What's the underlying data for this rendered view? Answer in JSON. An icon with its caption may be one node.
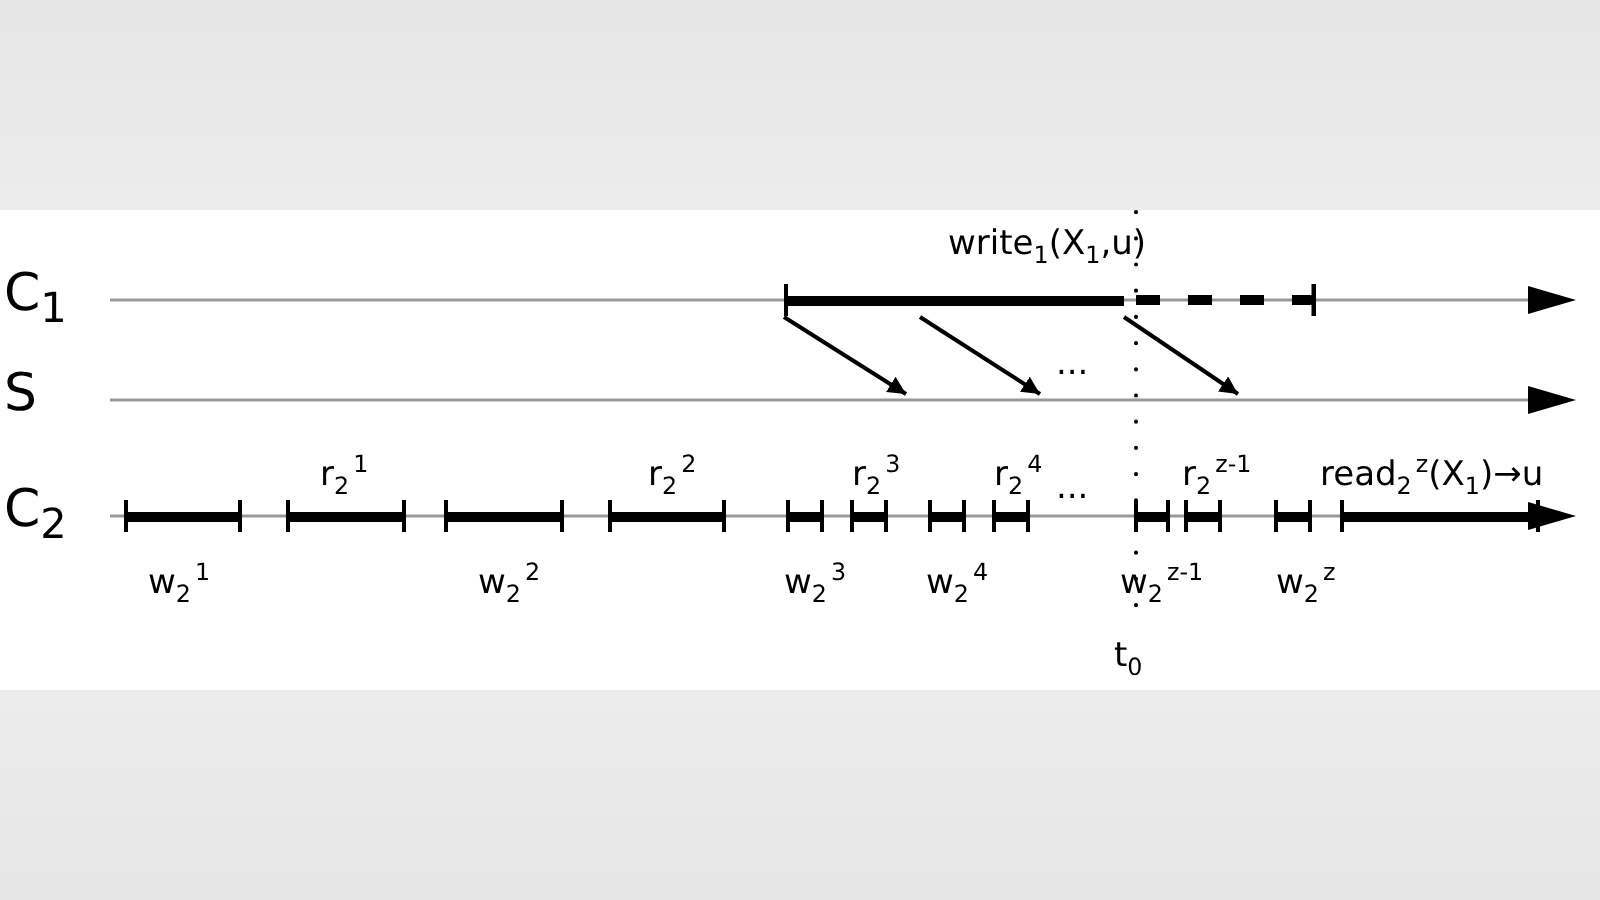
{
  "diagram": {
    "nodes": [
      {
        "text": [
          "C$_{1}$"
        ]
      },
      {
        "text": [
          "write$_{1}$(X$_{1}$,u)"
        ],
        "in": 0
      },
      {
        "text": [
          "S"
        ]
      },
      {
        "text": [
          "C$_{2}$"
        ]
      },
      {
        "text": [
          "w$_{2}$$^{1}$"
        ],
        "in": 3
      },
      {
        "text": [
          "r$_{2}$$^{1}$"
        ],
        "in": 3
      },
      {
        "text": [
          "w$_{2}$$^{2}$"
        ],
        "in": 3
      },
      {
        "text": [
          "r$_{2}$$^{2}$"
        ],
        "in": 3
      },
      {
        "text": [
          "w$_{2}$$^{3}$"
        ],
        "in": 3
      },
      {
        "text": [
          "r$_{2}$$^{3}$"
        ],
        "in": 3
      },
      {
        "text": [
          "w$_{2}$$^{4}$"
        ],
        "in": 3
      },
      {
        "text": [
          "r$_{2}$$^{4}$"
        ],
        "in": 3
      },
      {
        "text": [
          "w$_{2}$$^{z-1}$"
        ],
        "in": 3
      },
      {
        "text": [
          "r$_{2}$$^{z-1}$"
        ],
        "in": 3
      },
      {
        "text": [
          "w$_{2}$$^{z}$"
        ],
        "in": 3
      },
      {
        "text": [
          "read$_{2}$$^{z}$(X$_{1}$)→u"
        ],
        "in": 3
      }
    ],
    "edges": [
      {
        "from": 1,
        "to": 2,
        "arrow": "to"
      },
      {
        "from": 1,
        "to": 2,
        "arrow": "to"
      },
      {
        "from": 1,
        "to": 2,
        "arrow": "to"
      }
    ],
    "labels": [
      "...",
      "...",
      "t$_{0}$"
    ]
  }
}
